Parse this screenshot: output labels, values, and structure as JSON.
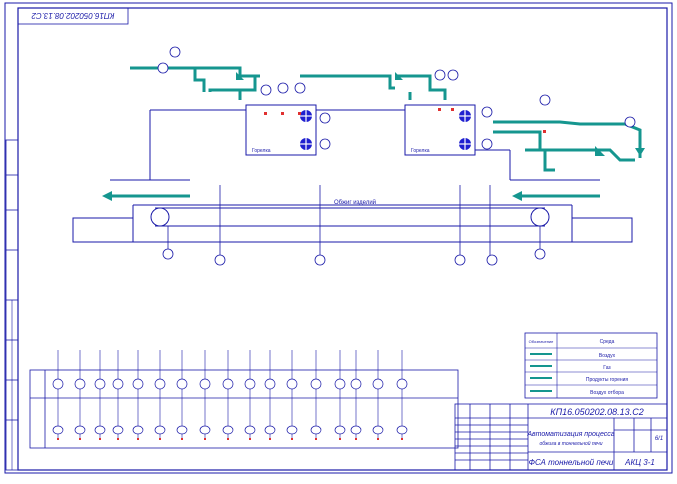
{
  "stamp_code": "КП16.050202.08.13.С2",
  "stamp_code_rotated": "КП16.050202.08.13.С2",
  "stamp_title": "Автоматизация процесса",
  "stamp_title2": "обжига в тоннельной печи",
  "stamp_subtitle": "ФСА тоннельной печи",
  "stamp_group": "АКЦ 3-1",
  "stamp_sheet": "6/1",
  "conveyor_label": "Обжиг изделий",
  "legend": {
    "header_left": "Обозначение",
    "header_right": "Среда",
    "items": [
      "Воздух",
      "Газ",
      "Продукты горения",
      "Воздух отбора"
    ]
  },
  "colors": {
    "line": "#1a1aa8",
    "pipe": "#15968f",
    "marker": "#e03030"
  },
  "furnace_labels": [
    "Горелка",
    "Горелка"
  ]
}
